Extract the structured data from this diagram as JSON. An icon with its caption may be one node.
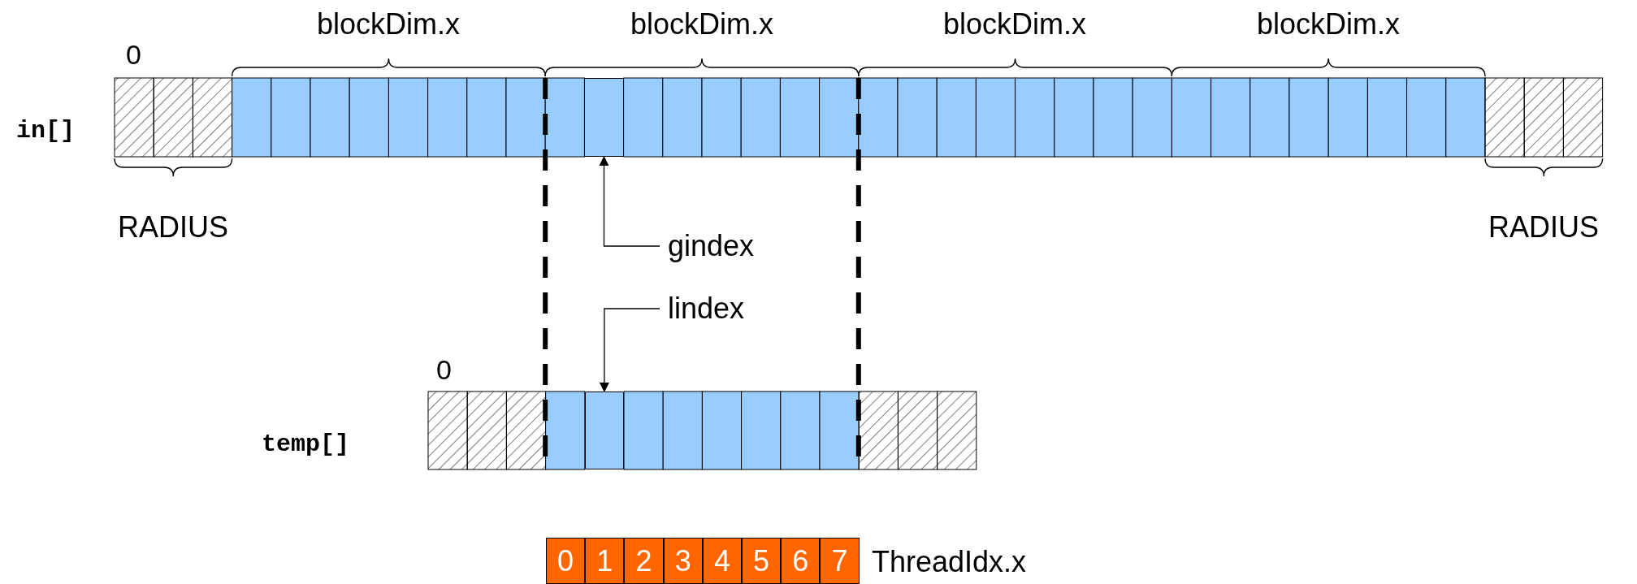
{
  "diagram": {
    "nodes": [
      {
        "text": [],
        "shape": "box"
      },
      {
        "text": [
          "gindex"
        ]
      },
      {
        "text": [
          "lindex"
        ]
      },
      {
        "text": [],
        "shape": "box"
      },
      {
        "text": [
          "0"
        ]
      },
      {
        "text": [
          "1"
        ]
      },
      {
        "text": [
          "2"
        ]
      },
      {
        "text": [
          "3"
        ]
      },
      {
        "text": [
          "4"
        ]
      },
      {
        "text": [
          "5"
        ]
      },
      {
        "text": [
          "6"
        ]
      },
      {
        "text": [
          "7"
        ]
      }
    ],
    "edges": [
      {
        "from": 1,
        "to": 0,
        "arrow": "to"
      },
      {
        "from": 2,
        "to": 3,
        "arrow": "to"
      }
    ],
    "labels": [
      "0",
      "blockDim.x",
      "blockDim.x",
      "blockDim.x",
      "blockDim.x",
      "in[]",
      "RADIUS",
      "RADIUS",
      "0",
      "temp[]",
      "ThreadIdx.x"
    ]
  }
}
